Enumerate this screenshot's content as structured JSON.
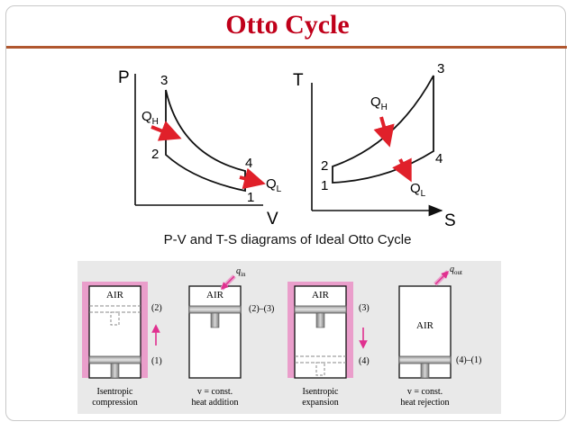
{
  "title": "Otto Cycle",
  "pv_diagram": {
    "y_axis": "P",
    "x_axis": "V",
    "states": [
      "1",
      "2",
      "3",
      "4"
    ],
    "heat_in": "Q",
    "heat_in_sub": "H",
    "heat_out": "Q",
    "heat_out_sub": "L"
  },
  "ts_diagram": {
    "y_axis": "T",
    "x_axis": "S",
    "states": [
      "1",
      "2",
      "3",
      "4"
    ],
    "heat_in": "Q",
    "heat_in_sub": "H",
    "heat_out": "Q",
    "heat_out_sub": "L"
  },
  "caption": "P-V and T-S diagrams of Ideal Otto Cycle",
  "pistons": [
    {
      "gas": "AIR",
      "marks": [
        "(2)",
        "(1)"
      ],
      "caption": [
        "Isentropic",
        "compression"
      ]
    },
    {
      "gas": "AIR",
      "marks": [
        "(2)–(3)"
      ],
      "heat": "q",
      "heat_sub": "in",
      "caption": [
        "v = const.",
        "heat addition"
      ]
    },
    {
      "gas": "AIR",
      "marks": [
        "(3)",
        "(4)"
      ],
      "caption": [
        "Isentropic",
        "expansion"
      ]
    },
    {
      "gas": "AIR",
      "marks": [
        "(4)–(1)"
      ],
      "heat": "q",
      "heat_sub": "out",
      "caption": [
        "v = const.",
        "heat rejection"
      ]
    }
  ],
  "colors": {
    "title": "#c0001a",
    "rule": "#b0572f",
    "arrow": "#e0202a",
    "pink": "#ea9ecb",
    "magenta": "#e0308f"
  }
}
